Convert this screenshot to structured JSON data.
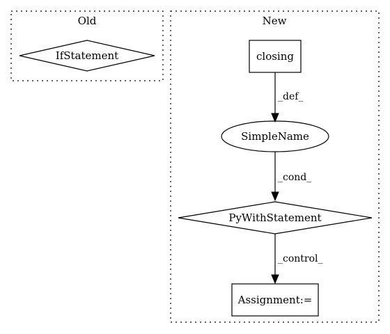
{
  "clusters": {
    "old": {
      "label": "Old"
    },
    "new": {
      "label": "New"
    }
  },
  "nodes": {
    "ifstatement": {
      "label": "IfStatement",
      "shape": "diamond"
    },
    "closing": {
      "label": "closing",
      "shape": "box"
    },
    "simplename": {
      "label": "SimpleName",
      "shape": "ellipse"
    },
    "pywithstatement": {
      "label": "PyWithStatement",
      "shape": "diamond"
    },
    "assignment": {
      "label": "Assignment:=",
      "shape": "box"
    }
  },
  "edges": {
    "def": {
      "label": "_def_",
      "from": "closing",
      "to": "SimpleName"
    },
    "cond": {
      "label": "_cond_",
      "from": "SimpleName",
      "to": "PyWithStatement"
    },
    "control": {
      "label": "_control_",
      "from": "PyWithStatement",
      "to": "Assignment:="
    }
  },
  "colors": {
    "stroke": "#000000",
    "background": "#ffffff"
  }
}
